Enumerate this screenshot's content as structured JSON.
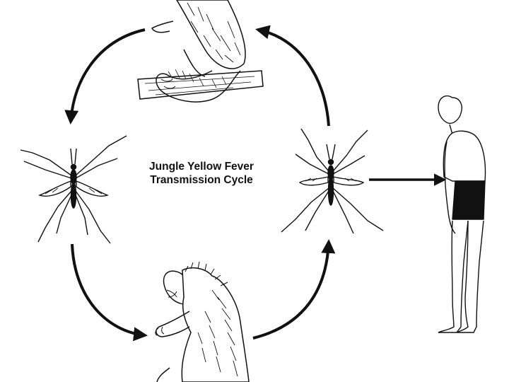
{
  "diagram": {
    "title_line1": "Jungle Yellow Fever",
    "title_line2": "Transmission Cycle",
    "nodes": [
      {
        "name": "monkey-top",
        "icon": "monkey-on-branch-icon"
      },
      {
        "name": "mosquito-left",
        "icon": "mosquito-icon"
      },
      {
        "name": "mosquito-right",
        "icon": "mosquito-icon"
      },
      {
        "name": "monkey-bottom",
        "icon": "monkey-sitting-icon"
      },
      {
        "name": "human",
        "icon": "human-figure-icon"
      }
    ],
    "ink_color": "#111111",
    "background": "#ffffff"
  }
}
